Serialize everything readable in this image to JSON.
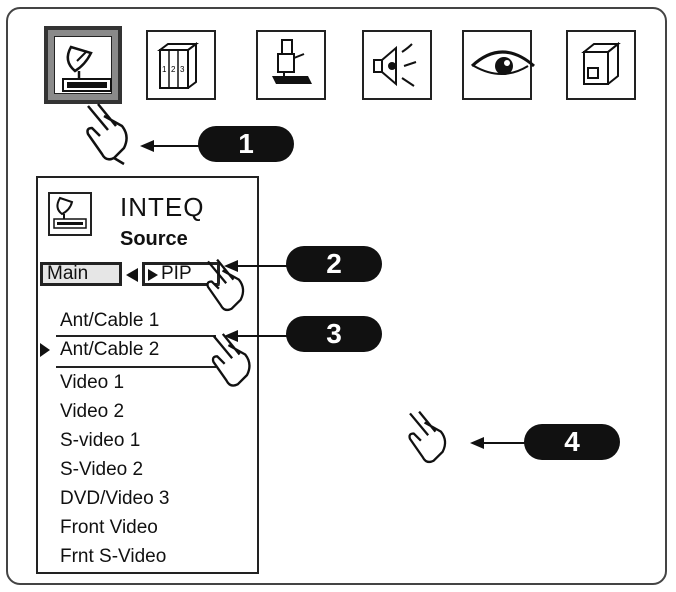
{
  "toolbar": {
    "icons": [
      {
        "name": "source-satellite-icon",
        "selected": true
      },
      {
        "name": "channels-books-icon",
        "label": "1 2 3"
      },
      {
        "name": "setup-icon"
      },
      {
        "name": "audio-speaker-icon"
      },
      {
        "name": "picture-eye-icon"
      },
      {
        "name": "timer-box-icon"
      }
    ]
  },
  "callouts": {
    "one": "1",
    "two": "2",
    "three": "3",
    "four": "4"
  },
  "panel": {
    "brand": "INTEQ",
    "title": "Source",
    "tab_main": "Main",
    "tab_pip": "PIP",
    "sources": [
      "Ant/Cable 1",
      "Ant/Cable 2",
      "Video 1",
      "Video 2",
      "S-video 1",
      "S-Video 2",
      "DVD/Video 3",
      "Front Video",
      "Frnt S-Video"
    ],
    "selected_index": 1
  }
}
